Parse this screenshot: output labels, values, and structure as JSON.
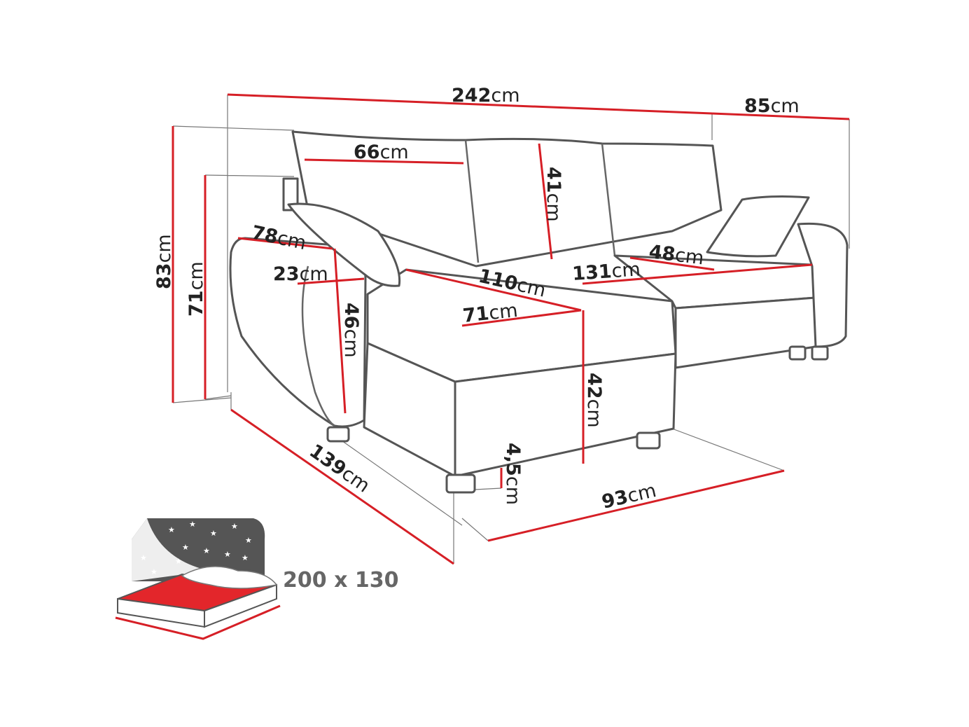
{
  "dimensions": {
    "total_width": {
      "value": "242",
      "unit": "cm"
    },
    "chaise_depth": {
      "value": "85",
      "unit": "cm"
    },
    "total_height": {
      "value": "83",
      "unit": "cm"
    },
    "back_height": {
      "value": "71",
      "unit": "cm"
    },
    "cushion_width": {
      "value": "66",
      "unit": "cm"
    },
    "cushion_height": {
      "value": "41",
      "unit": "cm"
    },
    "armrest_length": {
      "value": "78",
      "unit": "cm"
    },
    "armrest_width": {
      "value": "23",
      "unit": "cm"
    },
    "armrest_height": {
      "value": "46",
      "unit": "cm"
    },
    "chaise_seat_length": {
      "value": "110",
      "unit": "cm"
    },
    "chaise_seat_width": {
      "value": "71",
      "unit": "cm"
    },
    "main_seat_width": {
      "value": "131",
      "unit": "cm"
    },
    "main_seat_depth": {
      "value": "48",
      "unit": "cm"
    },
    "seat_height": {
      "value": "42",
      "unit": "cm"
    },
    "leg_height": {
      "value": "4,5",
      "unit": "cm"
    },
    "side_depth": {
      "value": "139",
      "unit": "cm"
    },
    "chaise_width": {
      "value": "93",
      "unit": "cm"
    }
  },
  "bed": {
    "size_label": "200 x 130"
  },
  "colors": {
    "dimension_line": "#d61f26",
    "outline": "#555555",
    "bed_red": "#e3262b"
  }
}
